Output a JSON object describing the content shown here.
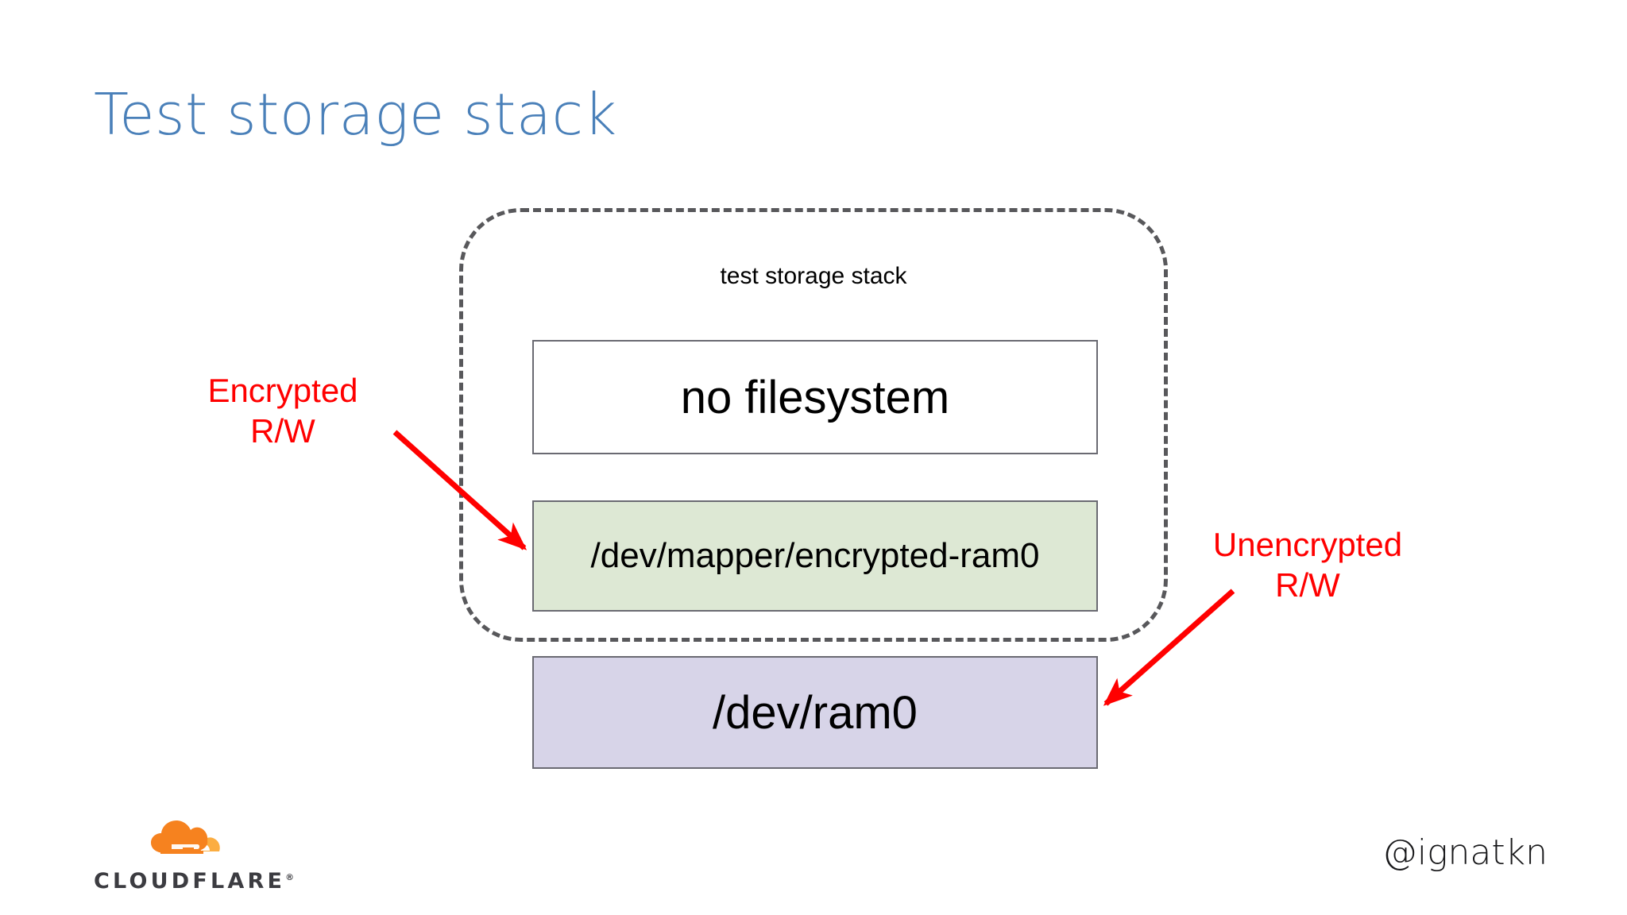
{
  "slide": {
    "title": "Test storage stack",
    "title_color": "#4a80b9",
    "background_color": "#ffffff"
  },
  "diagram": {
    "container_label": "test storage stack",
    "container_border_color": "#58585b",
    "container_border_style": "dashed",
    "layers": [
      {
        "name": "no-filesystem",
        "label": "no filesystem",
        "fill": "#ffffff",
        "border": "#6a6a72"
      },
      {
        "name": "encrypted-ram0",
        "label": "/dev/mapper/encrypted-ram0",
        "fill": "#dde8d4",
        "border": "#6a6a72"
      },
      {
        "name": "ram0",
        "label": "/dev/ram0",
        "fill": "#d7d4e8",
        "border": "#6a6a72"
      }
    ],
    "annotations": [
      {
        "name": "encrypted-rw",
        "label": "Encrypted\nR/W",
        "color": "#ff0000",
        "points_to": "encrypted-ram0"
      },
      {
        "name": "unencrypted-rw",
        "label": "Unencrypted\nR/W",
        "color": "#ff0000",
        "points_to": "ram0"
      }
    ],
    "arrow_color": "#ff0000"
  },
  "footer": {
    "logo_name": "CLOUDFLARE",
    "logo_registered_mark": "®",
    "logo_cloud_color": "#f6821f",
    "logo_swoosh_color": "#fbad41",
    "logo_text_color": "#3c3c41",
    "handle": "@ignatkn"
  }
}
